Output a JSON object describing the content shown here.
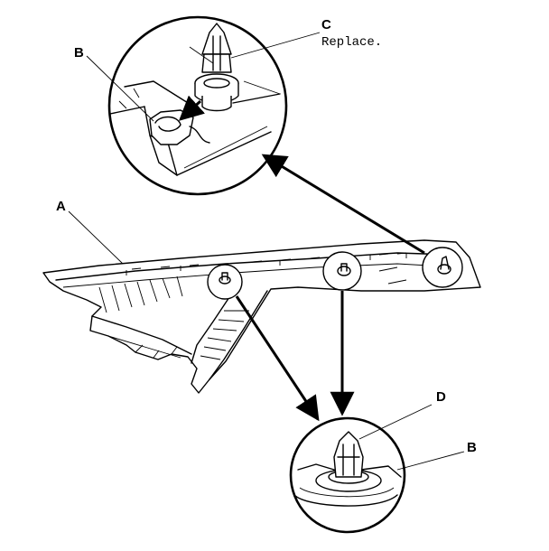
{
  "labels": {
    "a": "A",
    "b_top": "B",
    "c": "C",
    "d": "D",
    "b_bottom": "B"
  },
  "notes": {
    "replace": "Replace."
  }
}
